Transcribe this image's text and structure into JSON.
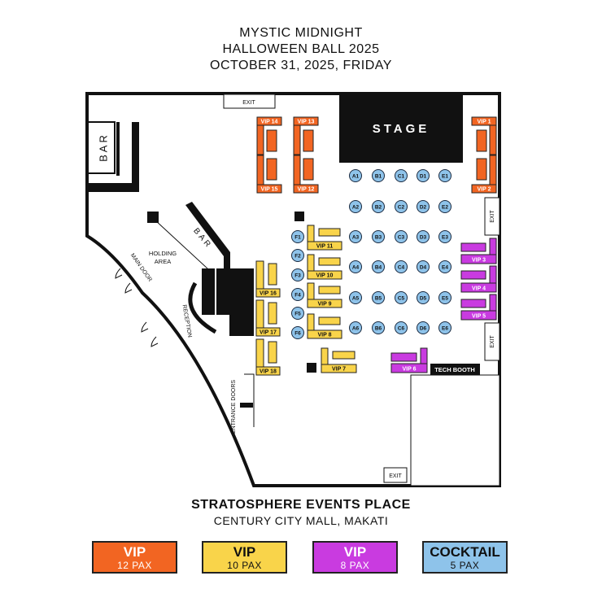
{
  "header": {
    "line1": "MYSTIC MIDNIGHT",
    "line2": "HALLOWEEN BALL 2025",
    "line3": "OCTOBER 31, 2025, FRIDAY"
  },
  "venue": {
    "name": "STRATOSPHERE EVENTS PLACE",
    "location": "CENTURY CITY MALL, MAKATI"
  },
  "floorplan": {
    "stage": "STAGE",
    "bar_left": "BAR",
    "bar_center": "BAR",
    "holding_area_1": "HOLDING",
    "holding_area_2": "AREA",
    "main_door": "MAIN DOOR",
    "reception": "RECEPTION",
    "entrance_doors": "ENTRANCE DOORS",
    "tech_booth": "TECH BOOTH",
    "exit": "EXIT",
    "cocktail_columns": [
      "A",
      "B",
      "C",
      "D",
      "E"
    ],
    "cocktail_rows": [
      "1",
      "2",
      "3",
      "4",
      "5",
      "6"
    ],
    "f_tables": [
      "F1",
      "F2",
      "F3",
      "F4",
      "F5",
      "F6"
    ],
    "vip_orange": [
      "VIP 14",
      "VIP 15",
      "VIP 13",
      "VIP 12",
      "VIP 1",
      "VIP 2"
    ],
    "vip_yellow": [
      "VIP 11",
      "VIP 10",
      "VIP 9",
      "VIP 8",
      "VIP 7",
      "VIP 16",
      "VIP 17",
      "VIP 18"
    ],
    "vip_purple": [
      "VIP 3",
      "VIP 4",
      "VIP 5",
      "VIP 6"
    ]
  },
  "colors": {
    "orange": "#f26522",
    "yellow": "#f9d44a",
    "purple": "#c93be0",
    "blue": "#8ec3ea"
  },
  "legend": [
    {
      "title": "VIP",
      "sub": "12 PAX",
      "color": "#f26522",
      "text": "#ffffff"
    },
    {
      "title": "VIP",
      "sub": "10 PAX",
      "color": "#f9d44a",
      "text": "#111111"
    },
    {
      "title": "VIP",
      "sub": "8 PAX",
      "color": "#c93be0",
      "text": "#ffffff"
    },
    {
      "title": "COCKTAIL",
      "sub": "5 PAX",
      "color": "#8ec3ea",
      "text": "#111111"
    }
  ]
}
